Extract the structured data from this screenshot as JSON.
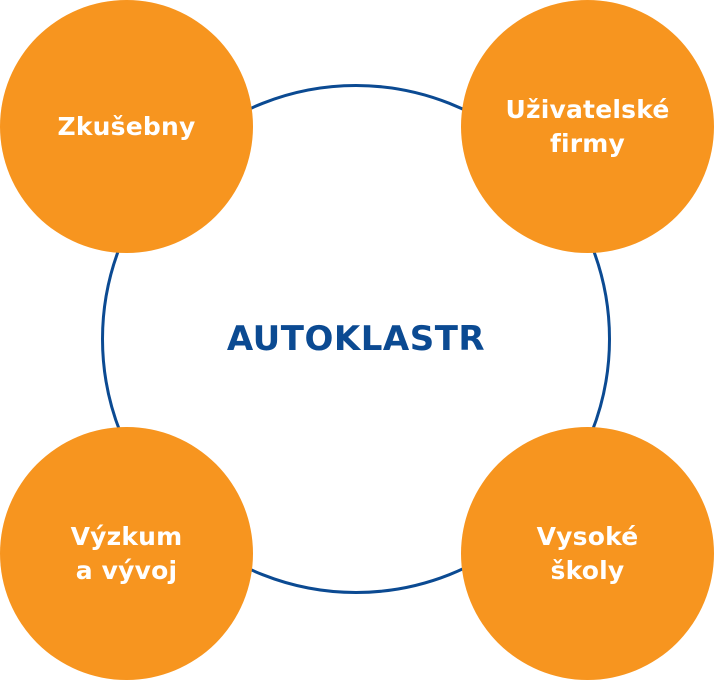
{
  "center": {
    "label": "AUTOKLASTR"
  },
  "nodes": {
    "top_left": "Zkušebny",
    "top_right": "Uživatelské\nfirmy",
    "bottom_left": "Výzkum\na vývoj",
    "bottom_right": "Vysoké\nškoly"
  },
  "colors": {
    "ring": "#0b4a92",
    "center_text": "#0b4a92",
    "node_fill": "#f7951f",
    "node_text": "#ffffff",
    "background": "#ffffff"
  }
}
